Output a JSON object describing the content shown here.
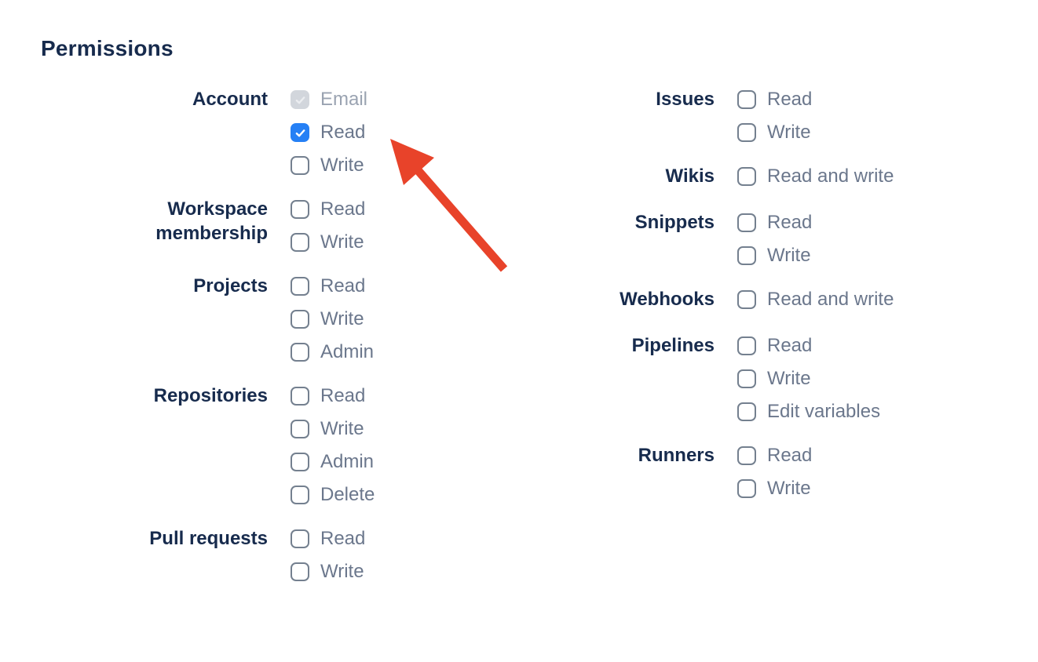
{
  "title": "Permissions",
  "colors": {
    "heading_text": "#172B4D",
    "group_label_text": "#172B4D",
    "option_label_text": "#6B778C",
    "disabled_option_label_text": "#9AA3B1",
    "checkbox_border": "#74808F",
    "checkbox_checked_fill": "#2580F5",
    "checkbox_tick": "#FFFFFF",
    "checkbox_disabled_fill": "#D2D6DC",
    "checkbox_disabled_tick": "#EBEDF0",
    "arrow": "#E8432A"
  },
  "columns": {
    "left": [
      {
        "label": "Account",
        "options": [
          {
            "label": "Email",
            "state": "checked-disabled"
          },
          {
            "label": "Read",
            "state": "checked"
          },
          {
            "label": "Write",
            "state": "unchecked"
          }
        ]
      },
      {
        "label": "Workspace membership",
        "options": [
          {
            "label": "Read",
            "state": "unchecked"
          },
          {
            "label": "Write",
            "state": "unchecked"
          }
        ]
      },
      {
        "label": "Projects",
        "options": [
          {
            "label": "Read",
            "state": "unchecked"
          },
          {
            "label": "Write",
            "state": "unchecked"
          },
          {
            "label": "Admin",
            "state": "unchecked"
          }
        ]
      },
      {
        "label": "Repositories",
        "options": [
          {
            "label": "Read",
            "state": "unchecked"
          },
          {
            "label": "Write",
            "state": "unchecked"
          },
          {
            "label": "Admin",
            "state": "unchecked"
          },
          {
            "label": "Delete",
            "state": "unchecked"
          }
        ]
      },
      {
        "label": "Pull requests",
        "options": [
          {
            "label": "Read",
            "state": "unchecked"
          },
          {
            "label": "Write",
            "state": "unchecked"
          }
        ]
      }
    ],
    "right": [
      {
        "label": "Issues",
        "options": [
          {
            "label": "Read",
            "state": "unchecked"
          },
          {
            "label": "Write",
            "state": "unchecked"
          }
        ]
      },
      {
        "label": "Wikis",
        "options": [
          {
            "label": "Read and write",
            "state": "unchecked"
          }
        ]
      },
      {
        "label": "Snippets",
        "options": [
          {
            "label": "Read",
            "state": "unchecked"
          },
          {
            "label": "Write",
            "state": "unchecked"
          }
        ]
      },
      {
        "label": "Webhooks",
        "options": [
          {
            "label": "Read and write",
            "state": "unchecked"
          }
        ]
      },
      {
        "label": "Pipelines",
        "options": [
          {
            "label": "Read",
            "state": "unchecked"
          },
          {
            "label": "Write",
            "state": "unchecked"
          },
          {
            "label": "Edit variables",
            "state": "unchecked"
          }
        ]
      },
      {
        "label": "Runners",
        "options": [
          {
            "label": "Read",
            "state": "unchecked"
          },
          {
            "label": "Write",
            "state": "unchecked"
          }
        ]
      }
    ]
  },
  "annotation": {
    "type": "arrow",
    "color": "#E8432A",
    "points_at": "Account Read checkbox"
  }
}
